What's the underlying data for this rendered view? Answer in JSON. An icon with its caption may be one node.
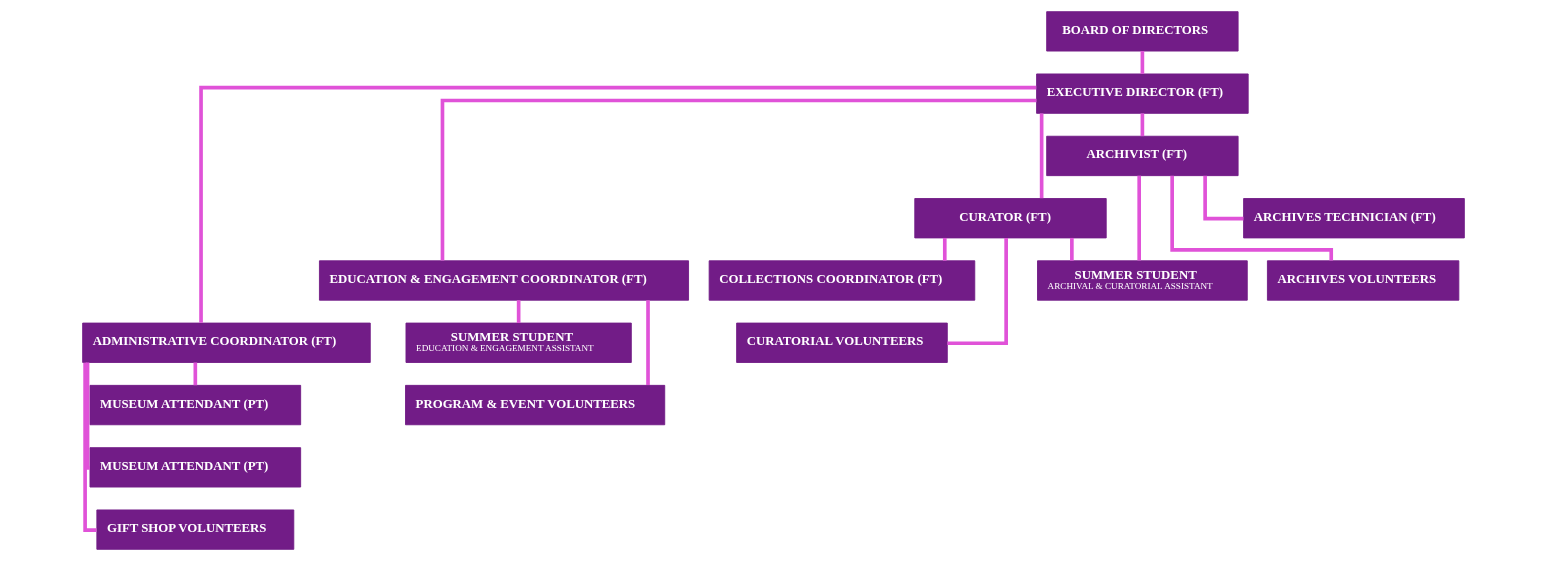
{
  "diagram": {
    "nodes": [
      {
        "text": [
          "BOARD OF DIRECTORS"
        ]
      },
      {
        "text": [
          "EXECUTIVE DIRECTOR (FT)"
        ]
      },
      {
        "text": [
          "ARCHIVIST (FT)"
        ]
      },
      {
        "text": [
          "CURATOR (FT)"
        ]
      },
      {
        "text": [
          "EDUCATION & ENGAGEMENT COORDINATOR (FT)"
        ]
      },
      {
        "text": [
          "ADMINISTRATIVE COORDINATOR (FT)"
        ]
      },
      {
        "text": [
          "ARCHIVES TECHNICIAN (FT)"
        ]
      },
      {
        "text": [
          "ARCHIVES VOLUNTEERS"
        ]
      },
      {
        "text": [
          "COLLECTIONS COORDINATOR (FT)"
        ]
      },
      {
        "text": [
          "CURATORIAL VOLUNTEERS"
        ]
      },
      {
        "text": [
          "SUMMER STUDENT",
          "EDUCATION & ENGAGEMENT ASSISTANT"
        ]
      },
      {
        "text": [
          "PROGRAM & EVENT VOLUNTEERS"
        ]
      },
      {
        "text": [
          "MUSEUM ATTENDANT (PT)"
        ]
      },
      {
        "text": [
          "MUSEUM ATTENDANT (PT)"
        ]
      },
      {
        "text": [
          "GIFT SHOP VOLUNTEERS"
        ]
      },
      {
        "text": [
          "SUMMER STUDENT",
          "ARCHIVAL & CURATORIAL ASSISTANT"
        ]
      }
    ],
    "edges": [
      {
        "from": 0,
        "to": 1,
        "arrow": "none"
      },
      {
        "from": 1,
        "to": 2,
        "arrow": "none"
      },
      {
        "from": 1,
        "to": 3,
        "arrow": "none"
      },
      {
        "from": 1,
        "to": 4,
        "arrow": "none"
      },
      {
        "from": 1,
        "to": 5,
        "arrow": "none"
      },
      {
        "from": 2,
        "to": 6,
        "arrow": "none"
      },
      {
        "from": 2,
        "to": 7,
        "arrow": "none"
      },
      {
        "from": 2,
        "to": 15,
        "arrow": "none"
      },
      {
        "from": 3,
        "to": 15,
        "arrow": "none"
      },
      {
        "from": 3,
        "to": 8,
        "arrow": "none"
      },
      {
        "from": 3,
        "to": 9,
        "arrow": "none"
      },
      {
        "from": 4,
        "to": 10,
        "arrow": "none"
      },
      {
        "from": 4,
        "to": 11,
        "arrow": "none"
      },
      {
        "from": 5,
        "to": 12,
        "arrow": "none"
      },
      {
        "from": 5,
        "to": 13,
        "arrow": "none"
      },
      {
        "from": 5,
        "to": 14,
        "arrow": "none"
      }
    ]
  }
}
